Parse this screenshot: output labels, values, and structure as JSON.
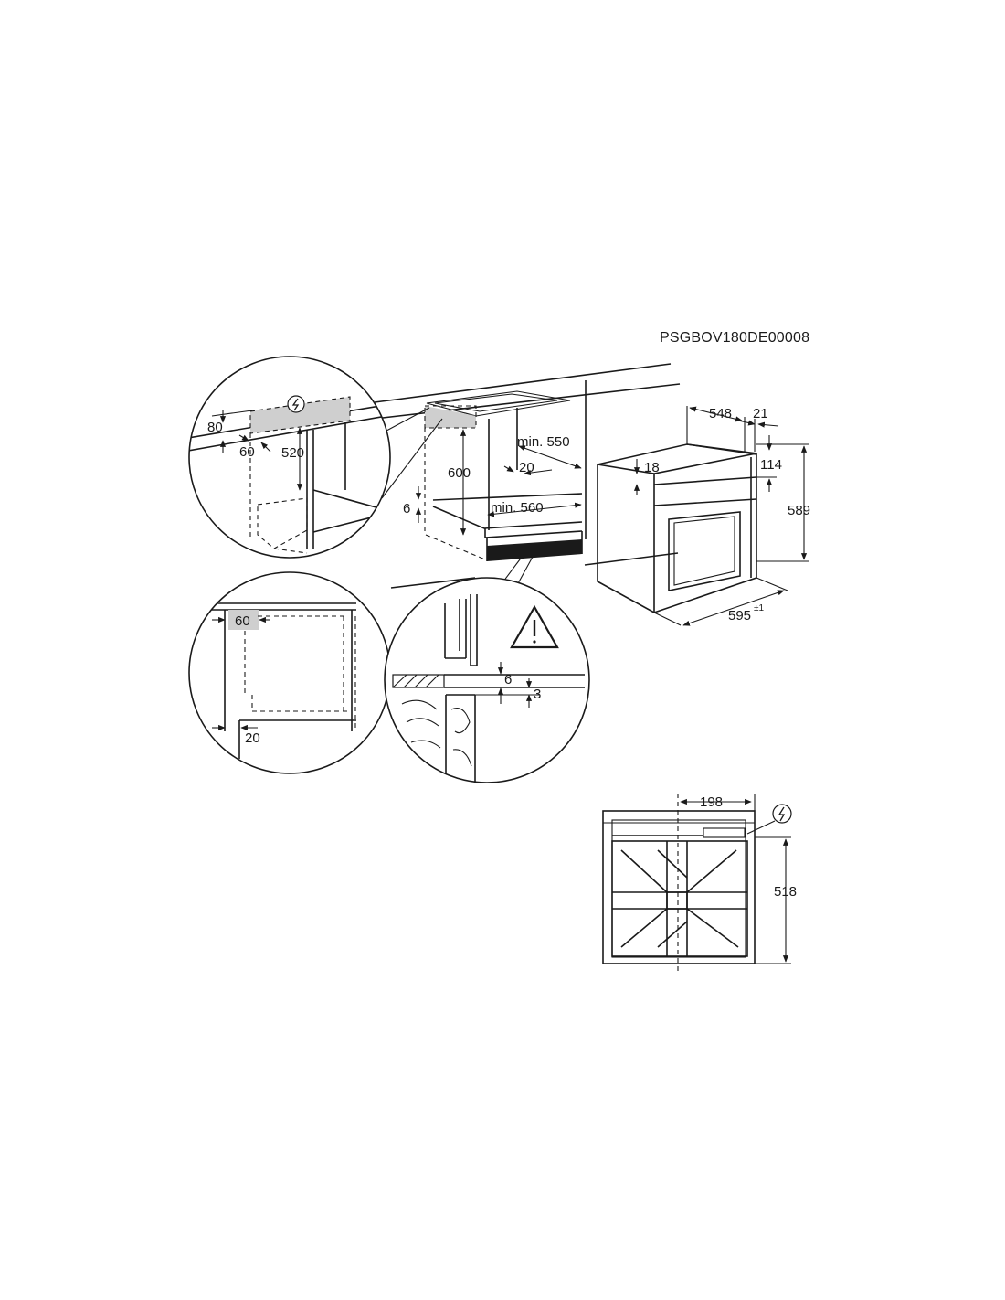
{
  "document_code": "PSGBOV180DE00008",
  "dimensions": {
    "top_detail": {
      "gap_top": "80",
      "depth_offset": "60",
      "height": "520"
    },
    "niche": {
      "height": "600",
      "min_depth": "min. 550",
      "rear_gap": "20",
      "min_width": "min. 560",
      "bottom_gap": "6"
    },
    "oven": {
      "depth": "548",
      "front_depth": "21",
      "top_offset": "114",
      "panel_height": "18",
      "height": "589",
      "width": "595",
      "width_tolerance": "±1"
    },
    "side_detail": {
      "top_offset": "60",
      "bottom_gap": "20"
    },
    "floor_detail": {
      "gap_a": "6",
      "gap_b": "3"
    },
    "rear_view": {
      "connection_offset": "198",
      "height": "518"
    }
  },
  "icons": [
    "electrical-connection-icon",
    "warning-triangle-icon"
  ]
}
